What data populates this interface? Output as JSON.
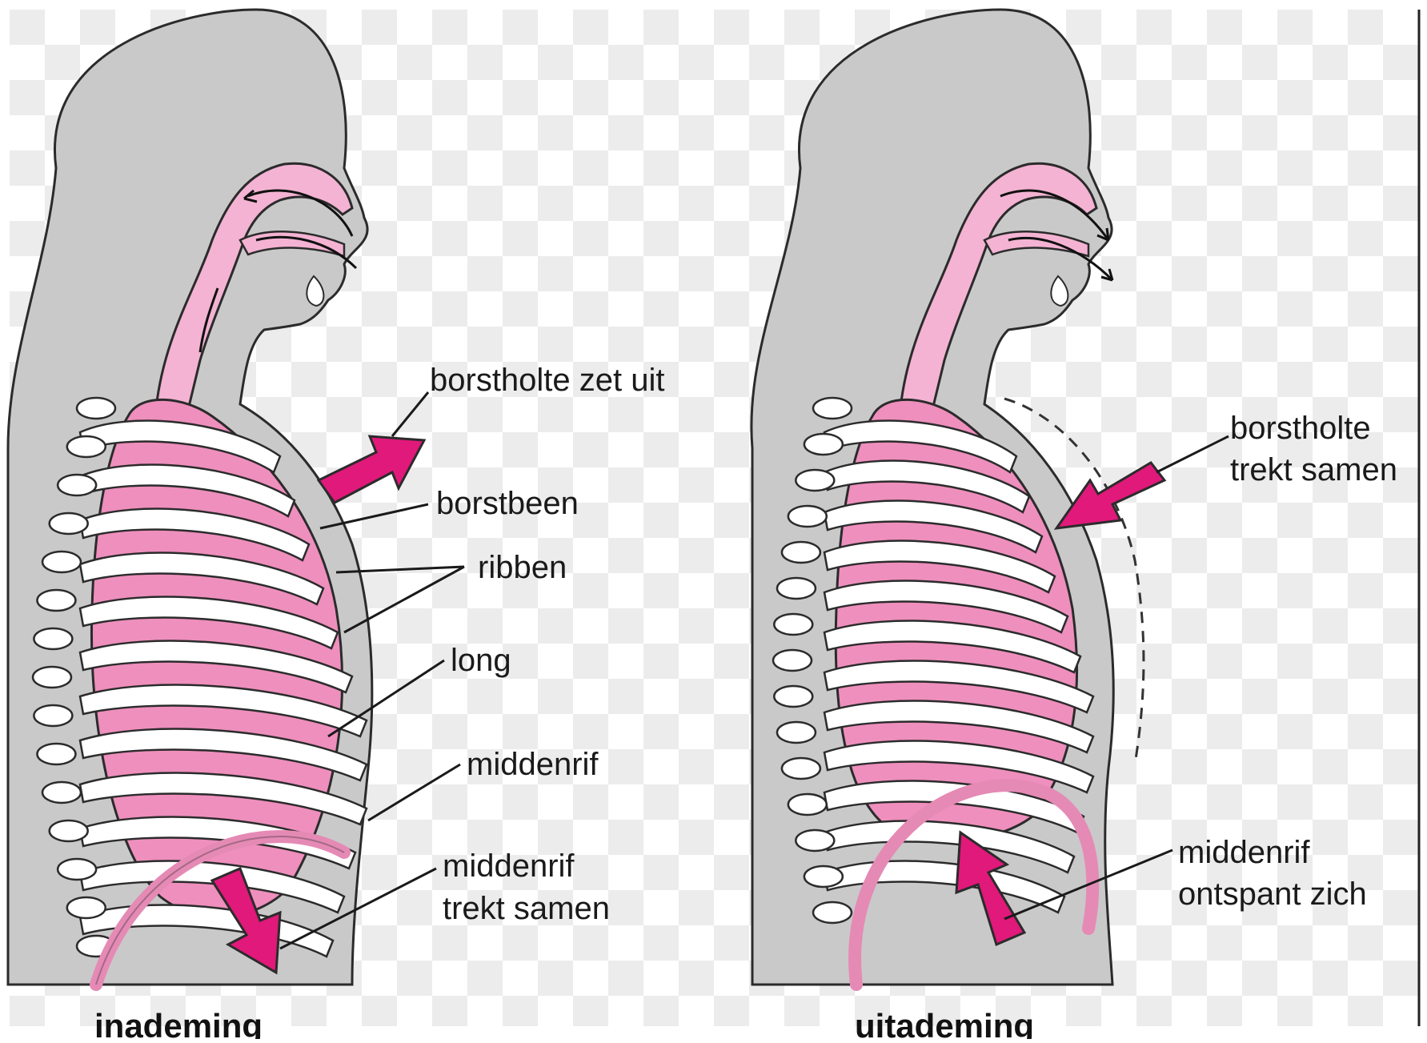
{
  "figure": {
    "colors": {
      "body": "#c9c9c9",
      "body_outline": "#2b2b2b",
      "airway": "#f4b3d3",
      "lung": "#ee8fbd",
      "rib": "#ffffff",
      "arrow": "#e0197a",
      "diaphragm": "#e58ab5",
      "checker_light": "#ffffff",
      "checker_dark": "#ececec"
    },
    "panels": [
      {
        "id": "inhale",
        "caption": "inademing",
        "labels": {
          "expand": "borstholte zet uit",
          "sternum": "borstbeen",
          "ribs": "ribben",
          "lung": "long",
          "diaphragm": "middenrif",
          "contract_1": "middenrif",
          "contract_2": "trekt samen"
        }
      },
      {
        "id": "exhale",
        "caption": "uitademing",
        "labels": {
          "contract_1": "borstholte",
          "contract_2": "trekt samen",
          "relax_1": "middenrif",
          "relax_2": "ontspant zich"
        }
      }
    ]
  }
}
